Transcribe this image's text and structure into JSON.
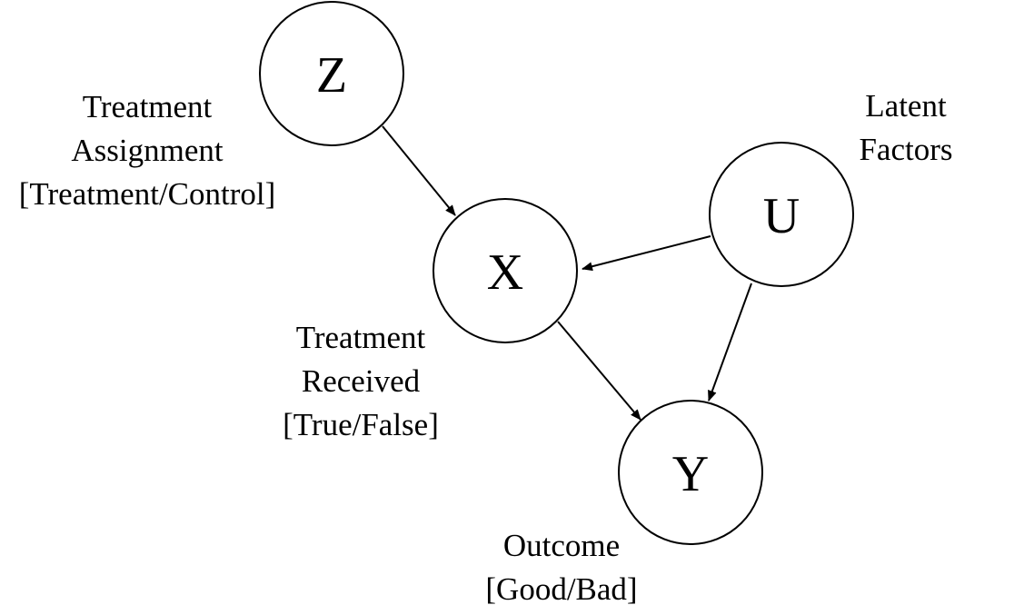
{
  "nodes": {
    "z": {
      "letter": "Z",
      "label": [
        "Treatment",
        "Assignment",
        "[Treatment/Control]"
      ]
    },
    "x": {
      "letter": "X",
      "label": [
        "Treatment",
        "Received",
        "[True/False]"
      ]
    },
    "u": {
      "letter": "U",
      "label": [
        "Latent",
        "Factors"
      ]
    },
    "y": {
      "letter": "Y",
      "label": [
        "Outcome",
        "[Good/Bad]"
      ]
    }
  },
  "edges": [
    {
      "from": "Z",
      "to": "X"
    },
    {
      "from": "U",
      "to": "X"
    },
    {
      "from": "U",
      "to": "Y"
    },
    {
      "from": "X",
      "to": "Y"
    }
  ]
}
